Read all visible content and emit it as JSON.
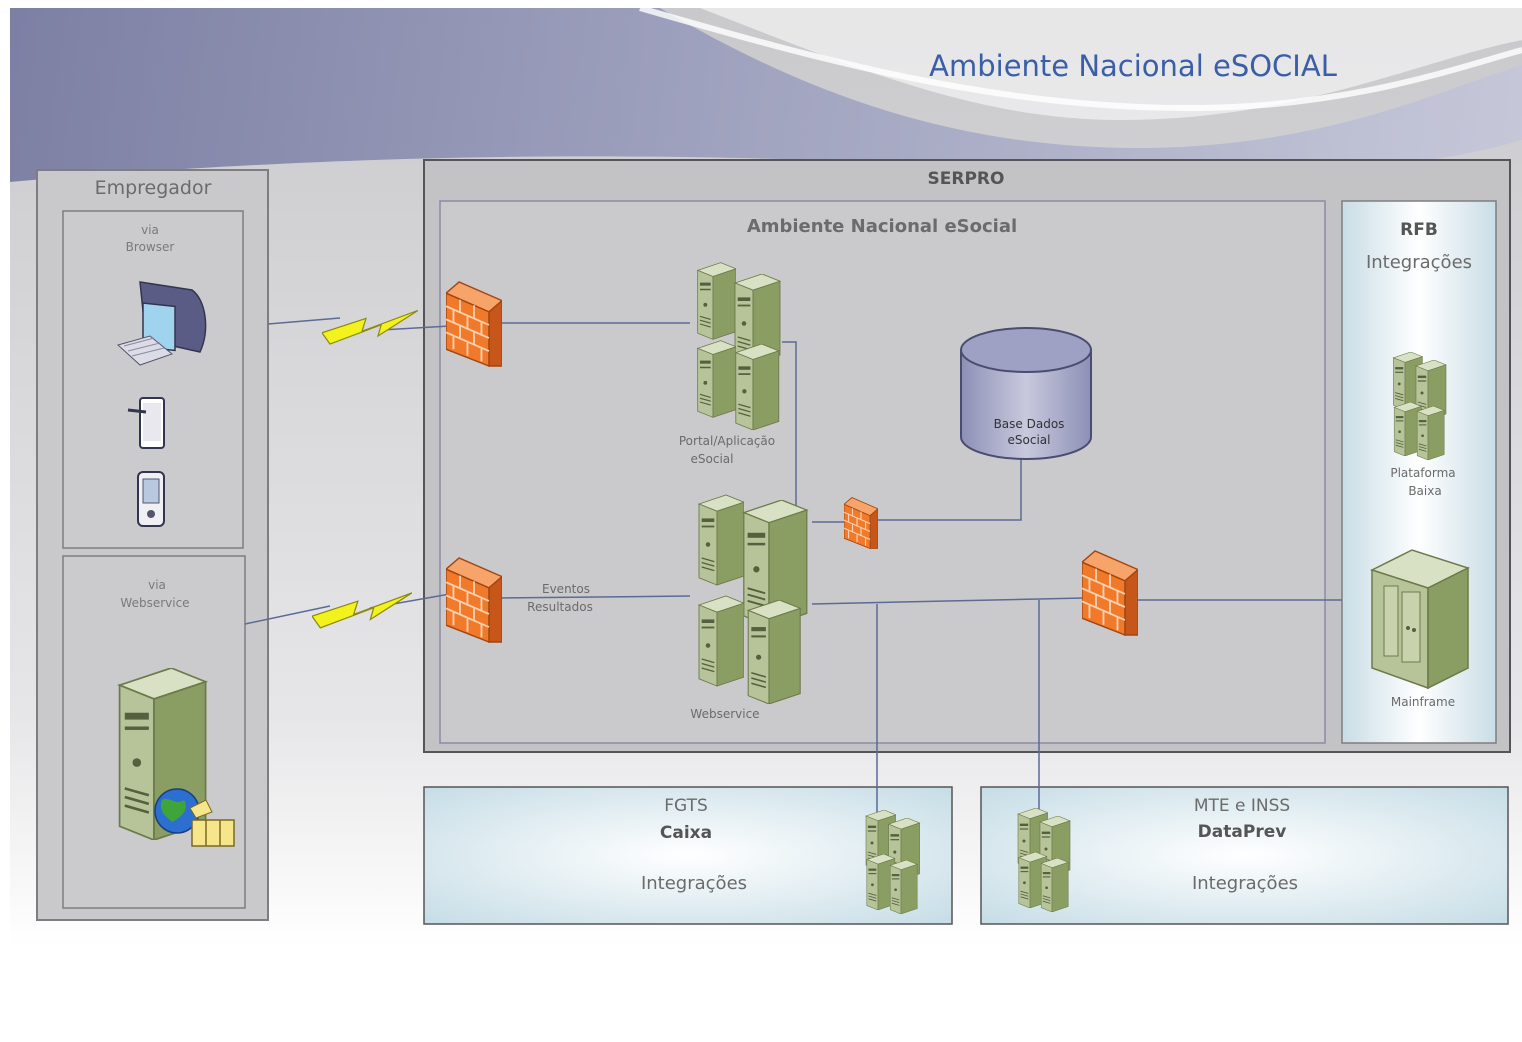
{
  "title": "Ambiente Nacional eSOCIAL",
  "empregador": {
    "label": "Empregador",
    "browser": {
      "label_line1": "via",
      "label_line2": "Browser"
    },
    "webservice": {
      "label_line1": "via",
      "label_line2": "Webservice"
    }
  },
  "serpro": {
    "label": "SERPRO",
    "ambiente": {
      "label": "Ambiente Nacional eSocial",
      "portal": {
        "line1": "Portal/Aplicação",
        "line2": "eSocial"
      },
      "database": {
        "line1": "Base Dados",
        "line2": "eSocial"
      },
      "webservice": {
        "label": "Webservice"
      },
      "eventos": {
        "line1": "Eventos",
        "line2": "Resultados"
      }
    },
    "rfb": {
      "title": "RFB",
      "subtitle": "Integrações",
      "plataforma": {
        "line1": "Plataforma",
        "line2": "Baixa"
      },
      "mainframe": {
        "label": "Mainframe"
      }
    }
  },
  "fgts": {
    "line1": "FGTS",
    "line2": "Caixa",
    "line3": "Integrações"
  },
  "mte": {
    "line1": "MTE e INSS",
    "line2": "DataPrev",
    "line3": "Integrações"
  },
  "colors": {
    "title": "#3b5ea8",
    "firewall": "#f07a2a",
    "server": "#8fa46a",
    "lightning": "#f2f020",
    "database": "#a8aac8",
    "panel": "#c9c9cb",
    "banner": "#8a8fb5"
  }
}
